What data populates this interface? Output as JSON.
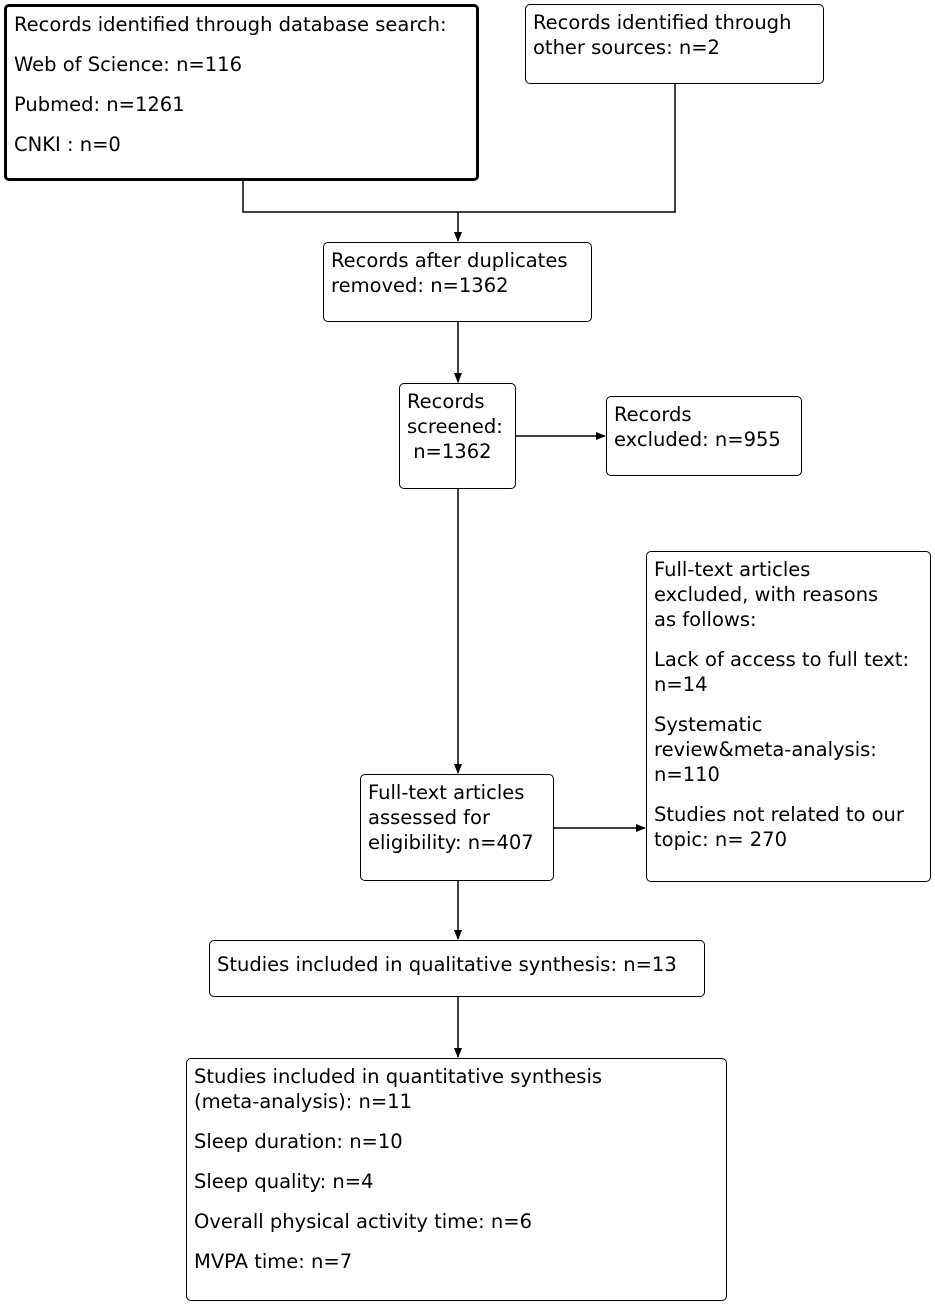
{
  "boxes": {
    "database_search": {
      "lines": [
        "Records identified through database search:",
        "Web of Science: n=116",
        "Pubmed: n=1261",
        "CNKI : n=0"
      ]
    },
    "other_sources": {
      "lines": [
        "Records identified through",
        "other sources: n=2"
      ]
    },
    "after_duplicates": {
      "lines": [
        "Records after duplicates",
        "removed: n=1362"
      ]
    },
    "screened": {
      "lines": [
        "Records",
        "screened:",
        " n=1362"
      ]
    },
    "excluded": {
      "lines": [
        "Records",
        "excluded: n=955"
      ]
    },
    "fulltext_excluded": {
      "lines": [
        "Full-text articles",
        "excluded, with reasons",
        "as follows:",
        "Lack of access to full text:",
        "n=14",
        "Systematic",
        "review&meta-analysis:",
        "n=110",
        "Studies not related to our",
        "topic: n= 270"
      ]
    },
    "fulltext_assessed": {
      "lines": [
        "Full-text articles",
        "assessed for",
        "eligibility: n=407"
      ]
    },
    "qualitative": {
      "lines": [
        "Studies included in qualitative synthesis: n=13"
      ]
    },
    "quantitative": {
      "lines": [
        "Studies included in quantitative synthesis",
        "(meta-analysis): n=11",
        "Sleep duration: n=10",
        "Sleep quality: n=4",
        "Overall physical activity time: n=6",
        "MVPA time: n=7"
      ]
    }
  }
}
